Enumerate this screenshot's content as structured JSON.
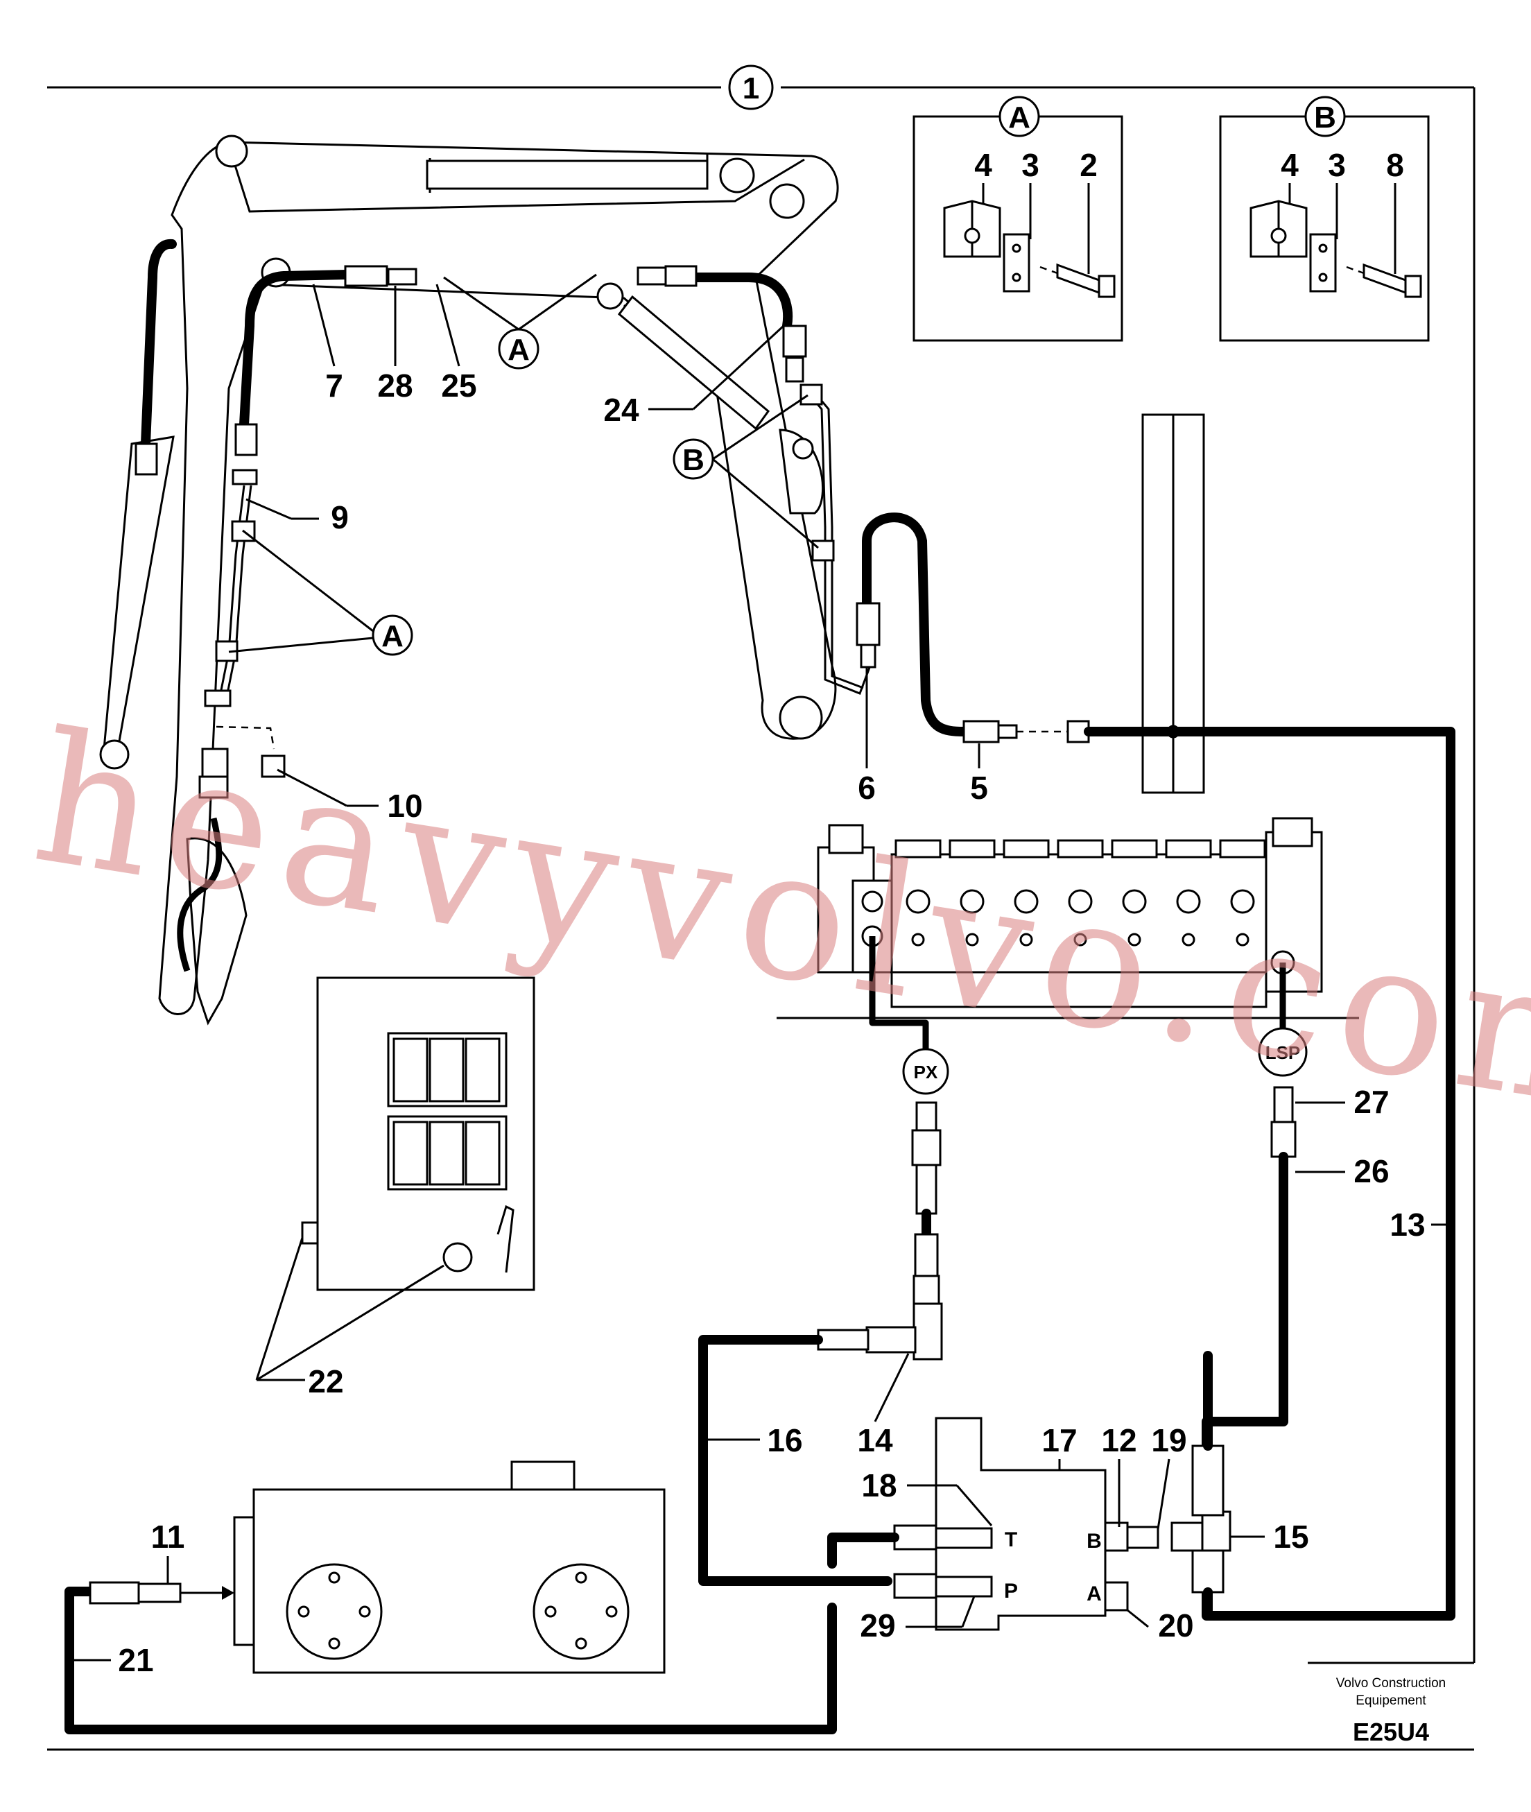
{
  "diagram": {
    "section_number": "1",
    "watermark": "heavyvolvo.com",
    "detail_a": {
      "title": "A",
      "labels": [
        "4",
        "3",
        "2"
      ]
    },
    "detail_b": {
      "title": "B",
      "labels": [
        "4",
        "3",
        "8"
      ]
    },
    "clamp_markers": {
      "a": "A",
      "b": "B"
    },
    "callouts": [
      "7",
      "28",
      "25",
      "24",
      "9",
      "10",
      "6",
      "5",
      "27",
      "26",
      "13",
      "22",
      "14",
      "16",
      "17",
      "12",
      "19",
      "18",
      "15",
      "11",
      "29",
      "20",
      "21"
    ],
    "gauge_ports": {
      "px": "PX",
      "lsp": "LSP"
    },
    "valve_ports": {
      "t": "T",
      "b": "B",
      "p": "P",
      "a": "A"
    },
    "footer": {
      "company_line1": "Volvo Construction",
      "company_line2": "Equipement",
      "code": "E25U4"
    }
  }
}
